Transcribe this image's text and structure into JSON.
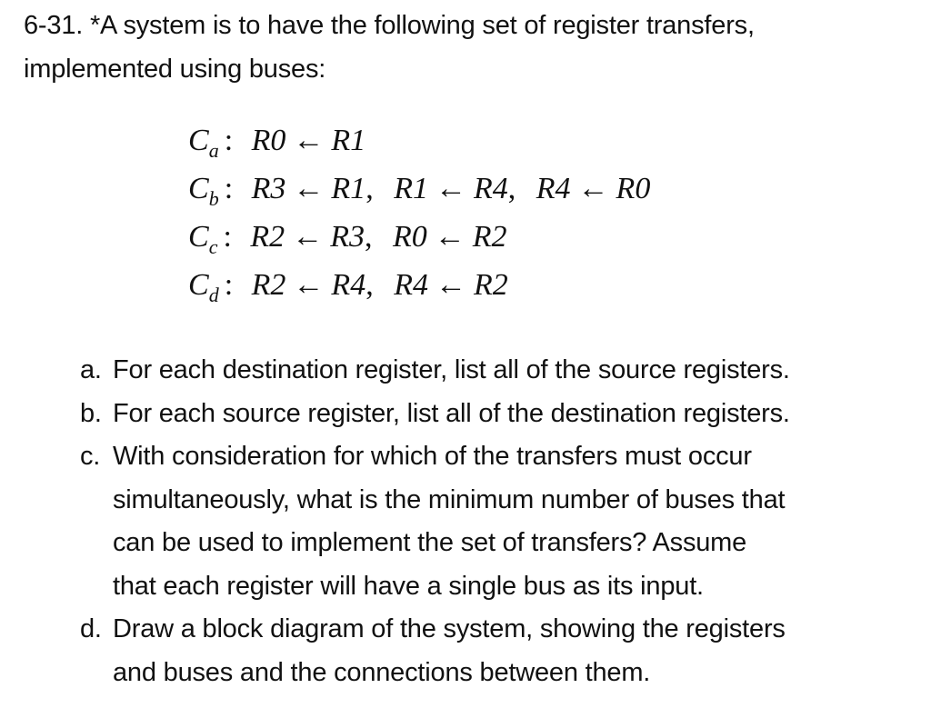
{
  "problem": {
    "number": "6-31.",
    "intro_line1": "6-31. *A system is to have the following set of register transfers,",
    "intro_line2": "implemented using buses:"
  },
  "transfers": [
    {
      "cond": "C",
      "sub": "a",
      "items": [
        {
          "dst": "R0",
          "src": "R1"
        }
      ]
    },
    {
      "cond": "C",
      "sub": "b",
      "items": [
        {
          "dst": "R3",
          "src": "R1"
        },
        {
          "dst": "R1",
          "src": "R4"
        },
        {
          "dst": "R4",
          "src": "R0"
        }
      ]
    },
    {
      "cond": "C",
      "sub": "c",
      "items": [
        {
          "dst": "R2",
          "src": "R3"
        },
        {
          "dst": "R0",
          "src": "R2"
        }
      ]
    },
    {
      "cond": "C",
      "sub": "d",
      "items": [
        {
          "dst": "R2",
          "src": "R4"
        },
        {
          "dst": "R4",
          "src": "R2"
        }
      ]
    }
  ],
  "symbols": {
    "colon": ":",
    "arrow": "←",
    "separator": ","
  },
  "parts": [
    {
      "label": "a.",
      "text": "For each destination register, list all of the source registers."
    },
    {
      "label": "b.",
      "text": "For each source register, list all of the destination registers."
    },
    {
      "label": "c.",
      "text": "With consideration for which of the transfers must occur simultaneously, what is the minimum number of buses that can be used to implement the set of transfers? Assume that each register will have a single bus as its input."
    },
    {
      "label": "d.",
      "text": "Draw a block diagram of the system, showing the registers and buses and the connections between them."
    }
  ],
  "parts_c_lines": [
    "With consideration for which of the transfers must occur",
    "simultaneously, what is the minimum number of buses that",
    "can be used to implement the set of transfers? Assume",
    "that each register will have a single bus as its input."
  ],
  "parts_d_lines": [
    "Draw a block diagram of the system, showing the registers",
    "and buses and the connections between them."
  ]
}
